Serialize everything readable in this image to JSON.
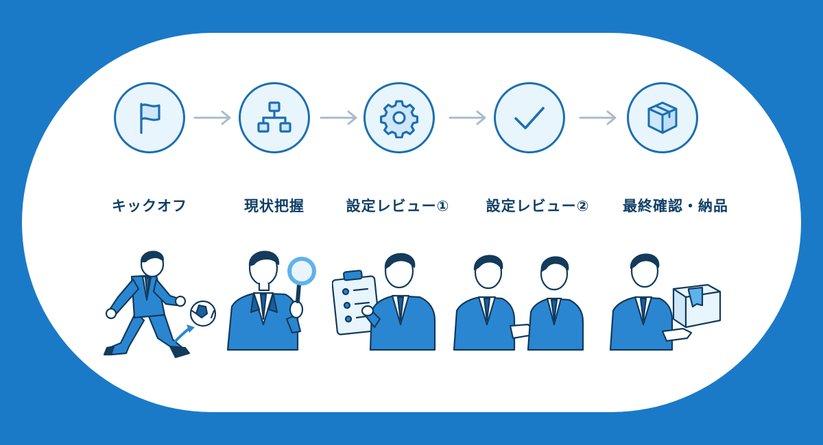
{
  "colors": {
    "background": "#1a7ac7",
    "card": "#ffffff",
    "icon_stroke": "#1b6fb2",
    "icon_fill": "#e9f5fd",
    "arrow": "#a9bccb",
    "label_text": "#0f3f66",
    "suit": "#2a86d1",
    "suit_dark": "#1a5f9e"
  },
  "steps": [
    {
      "label": "キックオフ",
      "icon": "flag-icon",
      "illustration": "businessman-kicking-soccer-ball"
    },
    {
      "label": "現状把握",
      "icon": "org-chart-icon",
      "illustration": "businessman-with-magnifying-glass"
    },
    {
      "label": "設定レビュー①",
      "icon": "gear-icon",
      "illustration": "businessman-with-checklist-clipboard"
    },
    {
      "label": "設定レビュー②",
      "icon": "checkmark-icon",
      "illustration": "two-businessmen-discussing"
    },
    {
      "label": "最終確認・納品",
      "icon": "package-box-icon",
      "illustration": "businessman-delivering-box"
    }
  ]
}
